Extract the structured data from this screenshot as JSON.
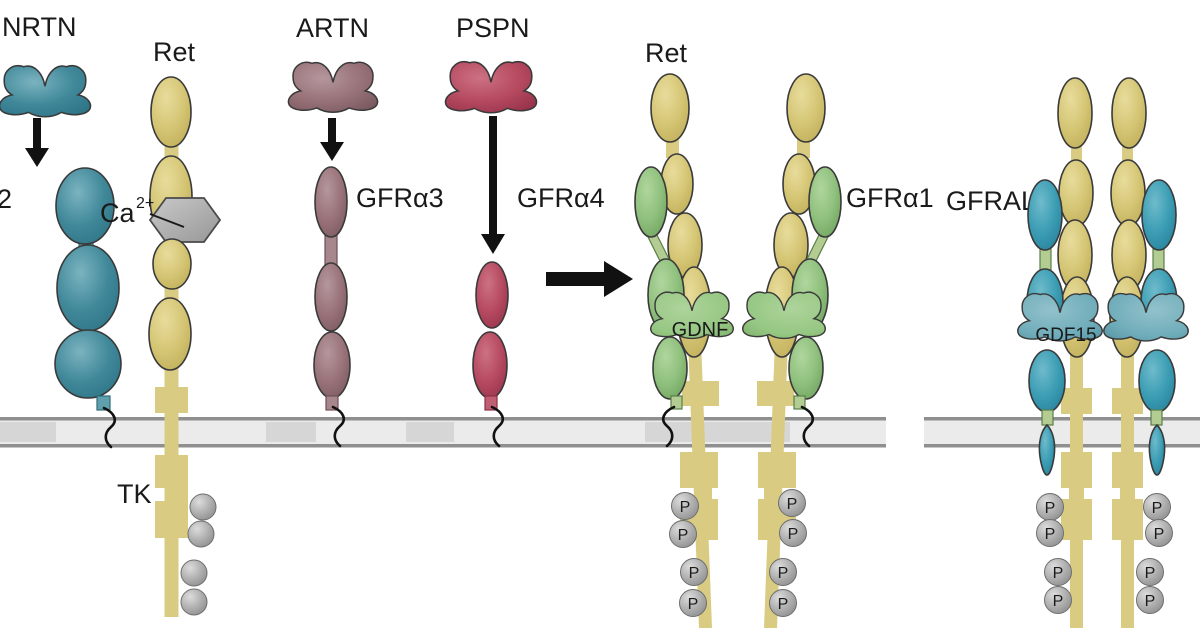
{
  "labels": {
    "nrtn": "NRTN",
    "ret": "Ret",
    "artn": "ARTN",
    "pspn": "PSPN",
    "gfra2_partial": "2",
    "ca_base": "Ca",
    "ca_sup": "2+",
    "gfra3": "GFRα3",
    "gfra4": "GFRα4",
    "gfra1": "GFRα1",
    "gfral": "GFRAL",
    "gdnf": "GDNF",
    "gdf15": "GDF15",
    "tk": "TK",
    "phospho": "P"
  },
  "colors": {
    "teal_ligand": "#41899a",
    "yellow_ret": "#d5c675",
    "mauve_artn": "#997379",
    "crimson_pspn": "#b64a60",
    "green_gfra1": "#8fc07d",
    "cyan_gfral": "#3b9db4",
    "gdnf_cloud": "#96c783",
    "gdf15_cloud": "#6facb9",
    "membrane_fill": "#ebebeb",
    "membrane_line": "#8f8f8f",
    "phospho_circle": "#acacac",
    "calcium_hexagon": "#b0b0b0",
    "text": "#1a1a1a"
  }
}
